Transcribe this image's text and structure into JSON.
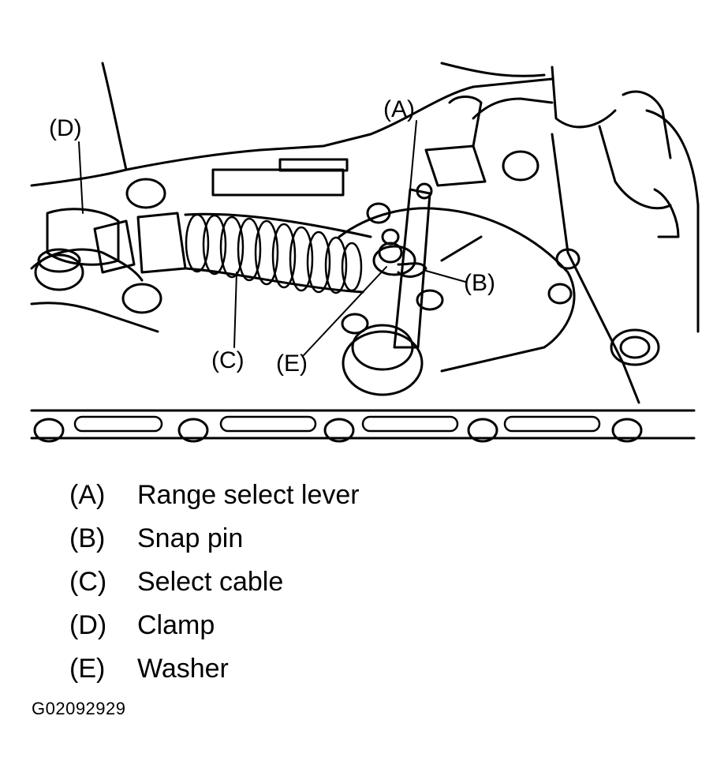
{
  "callouts": {
    "a": "(A)",
    "b": "(B)",
    "c": "(C)",
    "d": "(D)",
    "e": "(E)"
  },
  "legend": [
    {
      "key": "(A)",
      "text": "Range select lever"
    },
    {
      "key": "(B)",
      "text": "Snap pin"
    },
    {
      "key": "(C)",
      "text": "Select cable"
    },
    {
      "key": "(D)",
      "text": "Clamp"
    },
    {
      "key": "(E)",
      "text": "Washer"
    }
  ],
  "figure_id": "G02092929"
}
